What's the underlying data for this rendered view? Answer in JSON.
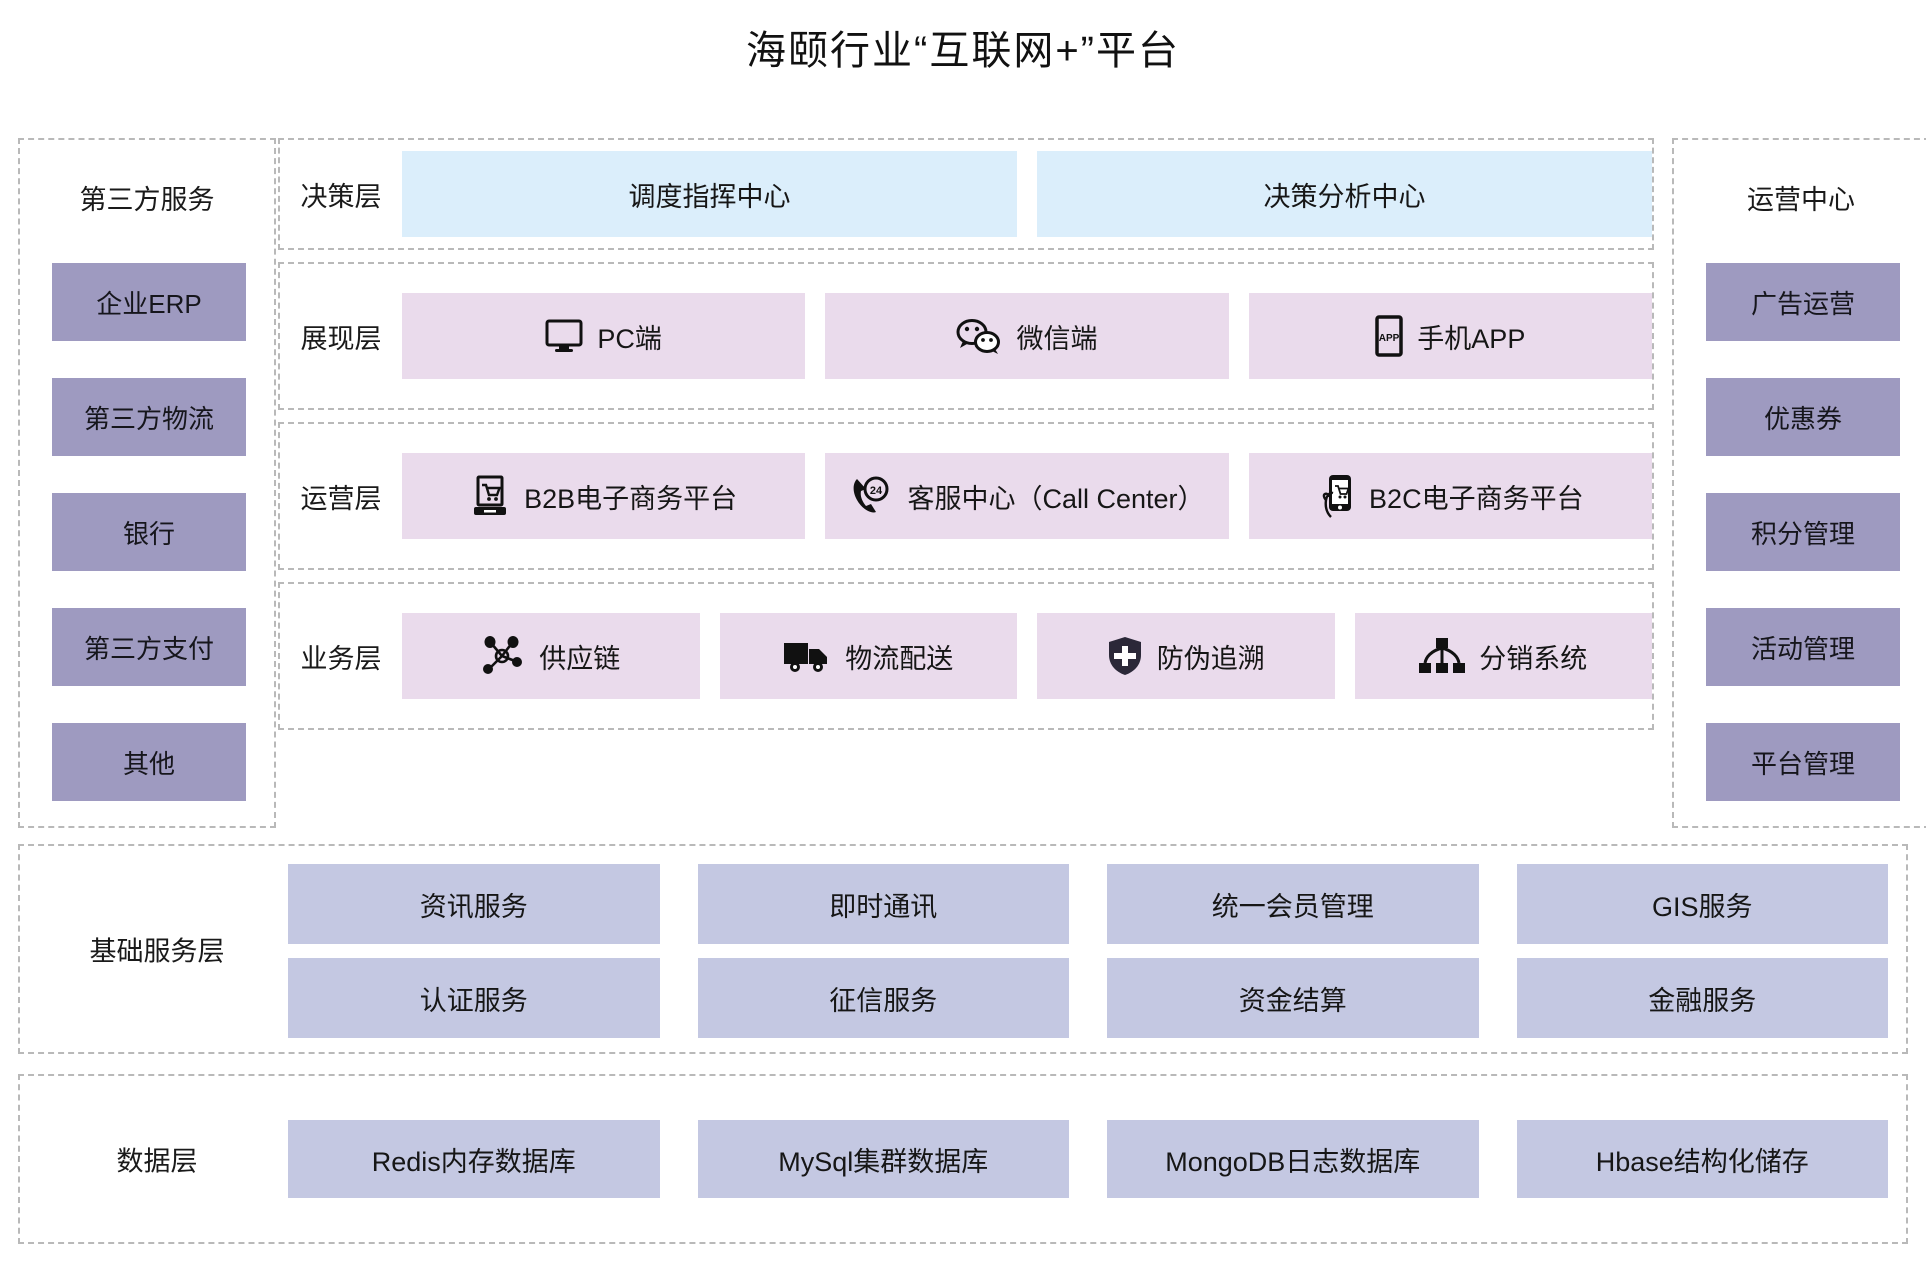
{
  "title": "海颐行业“互联网+”平台",
  "left_panel": {
    "header": "第三方服务",
    "items": [
      {
        "label": "企业ERP"
      },
      {
        "label": "第三方物流"
      },
      {
        "label": "银行"
      },
      {
        "label": "第三方支付"
      },
      {
        "label": "其他"
      }
    ]
  },
  "right_panel": {
    "header": "运营中心",
    "items": [
      {
        "label": "广告运营"
      },
      {
        "label": "优惠券"
      },
      {
        "label": "积分管理"
      },
      {
        "label": "活动管理"
      },
      {
        "label": "平台管理"
      }
    ]
  },
  "rows": {
    "decision": {
      "label": "决策层",
      "cells": [
        {
          "label": "调度指挥中心",
          "icon": ""
        },
        {
          "label": "决策分析中心",
          "icon": ""
        }
      ]
    },
    "present": {
      "label": "展现层",
      "cells": [
        {
          "label": "PC端",
          "icon": "monitor-icon"
        },
        {
          "label": "微信端",
          "icon": "wechat-icon"
        },
        {
          "label": "手机APP",
          "icon": "mobile-app-icon"
        }
      ]
    },
    "operation": {
      "label": "运营层",
      "cells": [
        {
          "label": "B2B电子商务平台",
          "icon": "laptop-cart-icon"
        },
        {
          "label": "客服中心（Call Center）",
          "icon": "phone-24-icon"
        },
        {
          "label": "B2C电子商务平台",
          "icon": "phone-cart-icon"
        }
      ]
    },
    "business": {
      "label": "业务层",
      "cells": [
        {
          "label": "供应链",
          "icon": "network-nodes-icon"
        },
        {
          "label": "物流配送",
          "icon": "truck-icon"
        },
        {
          "label": "防伪追溯",
          "icon": "shield-plus-icon"
        },
        {
          "label": "分销系统",
          "icon": "hierarchy-icon"
        }
      ]
    }
  },
  "base_services": {
    "label": "基础服务层",
    "items": [
      {
        "label": "资讯服务"
      },
      {
        "label": "即时通讯"
      },
      {
        "label": "统一会员管理"
      },
      {
        "label": "GIS服务"
      },
      {
        "label": "认证服务"
      },
      {
        "label": "征信服务"
      },
      {
        "label": "资金结算"
      },
      {
        "label": "金融服务"
      }
    ]
  },
  "data_layer": {
    "label": "数据层",
    "items": [
      {
        "label": "Redis内存数据库"
      },
      {
        "label": "MySql集群数据库"
      },
      {
        "label": "MongoDB日志数据库"
      },
      {
        "label": "Hbase结构化储存"
      }
    ]
  },
  "colors": {
    "decision_box": "#dbeefb",
    "layer_box": "#eadbec",
    "side_box": "#9e9ac0",
    "service_box": "#c4c8e2",
    "frame_border": "#b9b9b9",
    "text": "#161616",
    "background": "#ffffff"
  }
}
